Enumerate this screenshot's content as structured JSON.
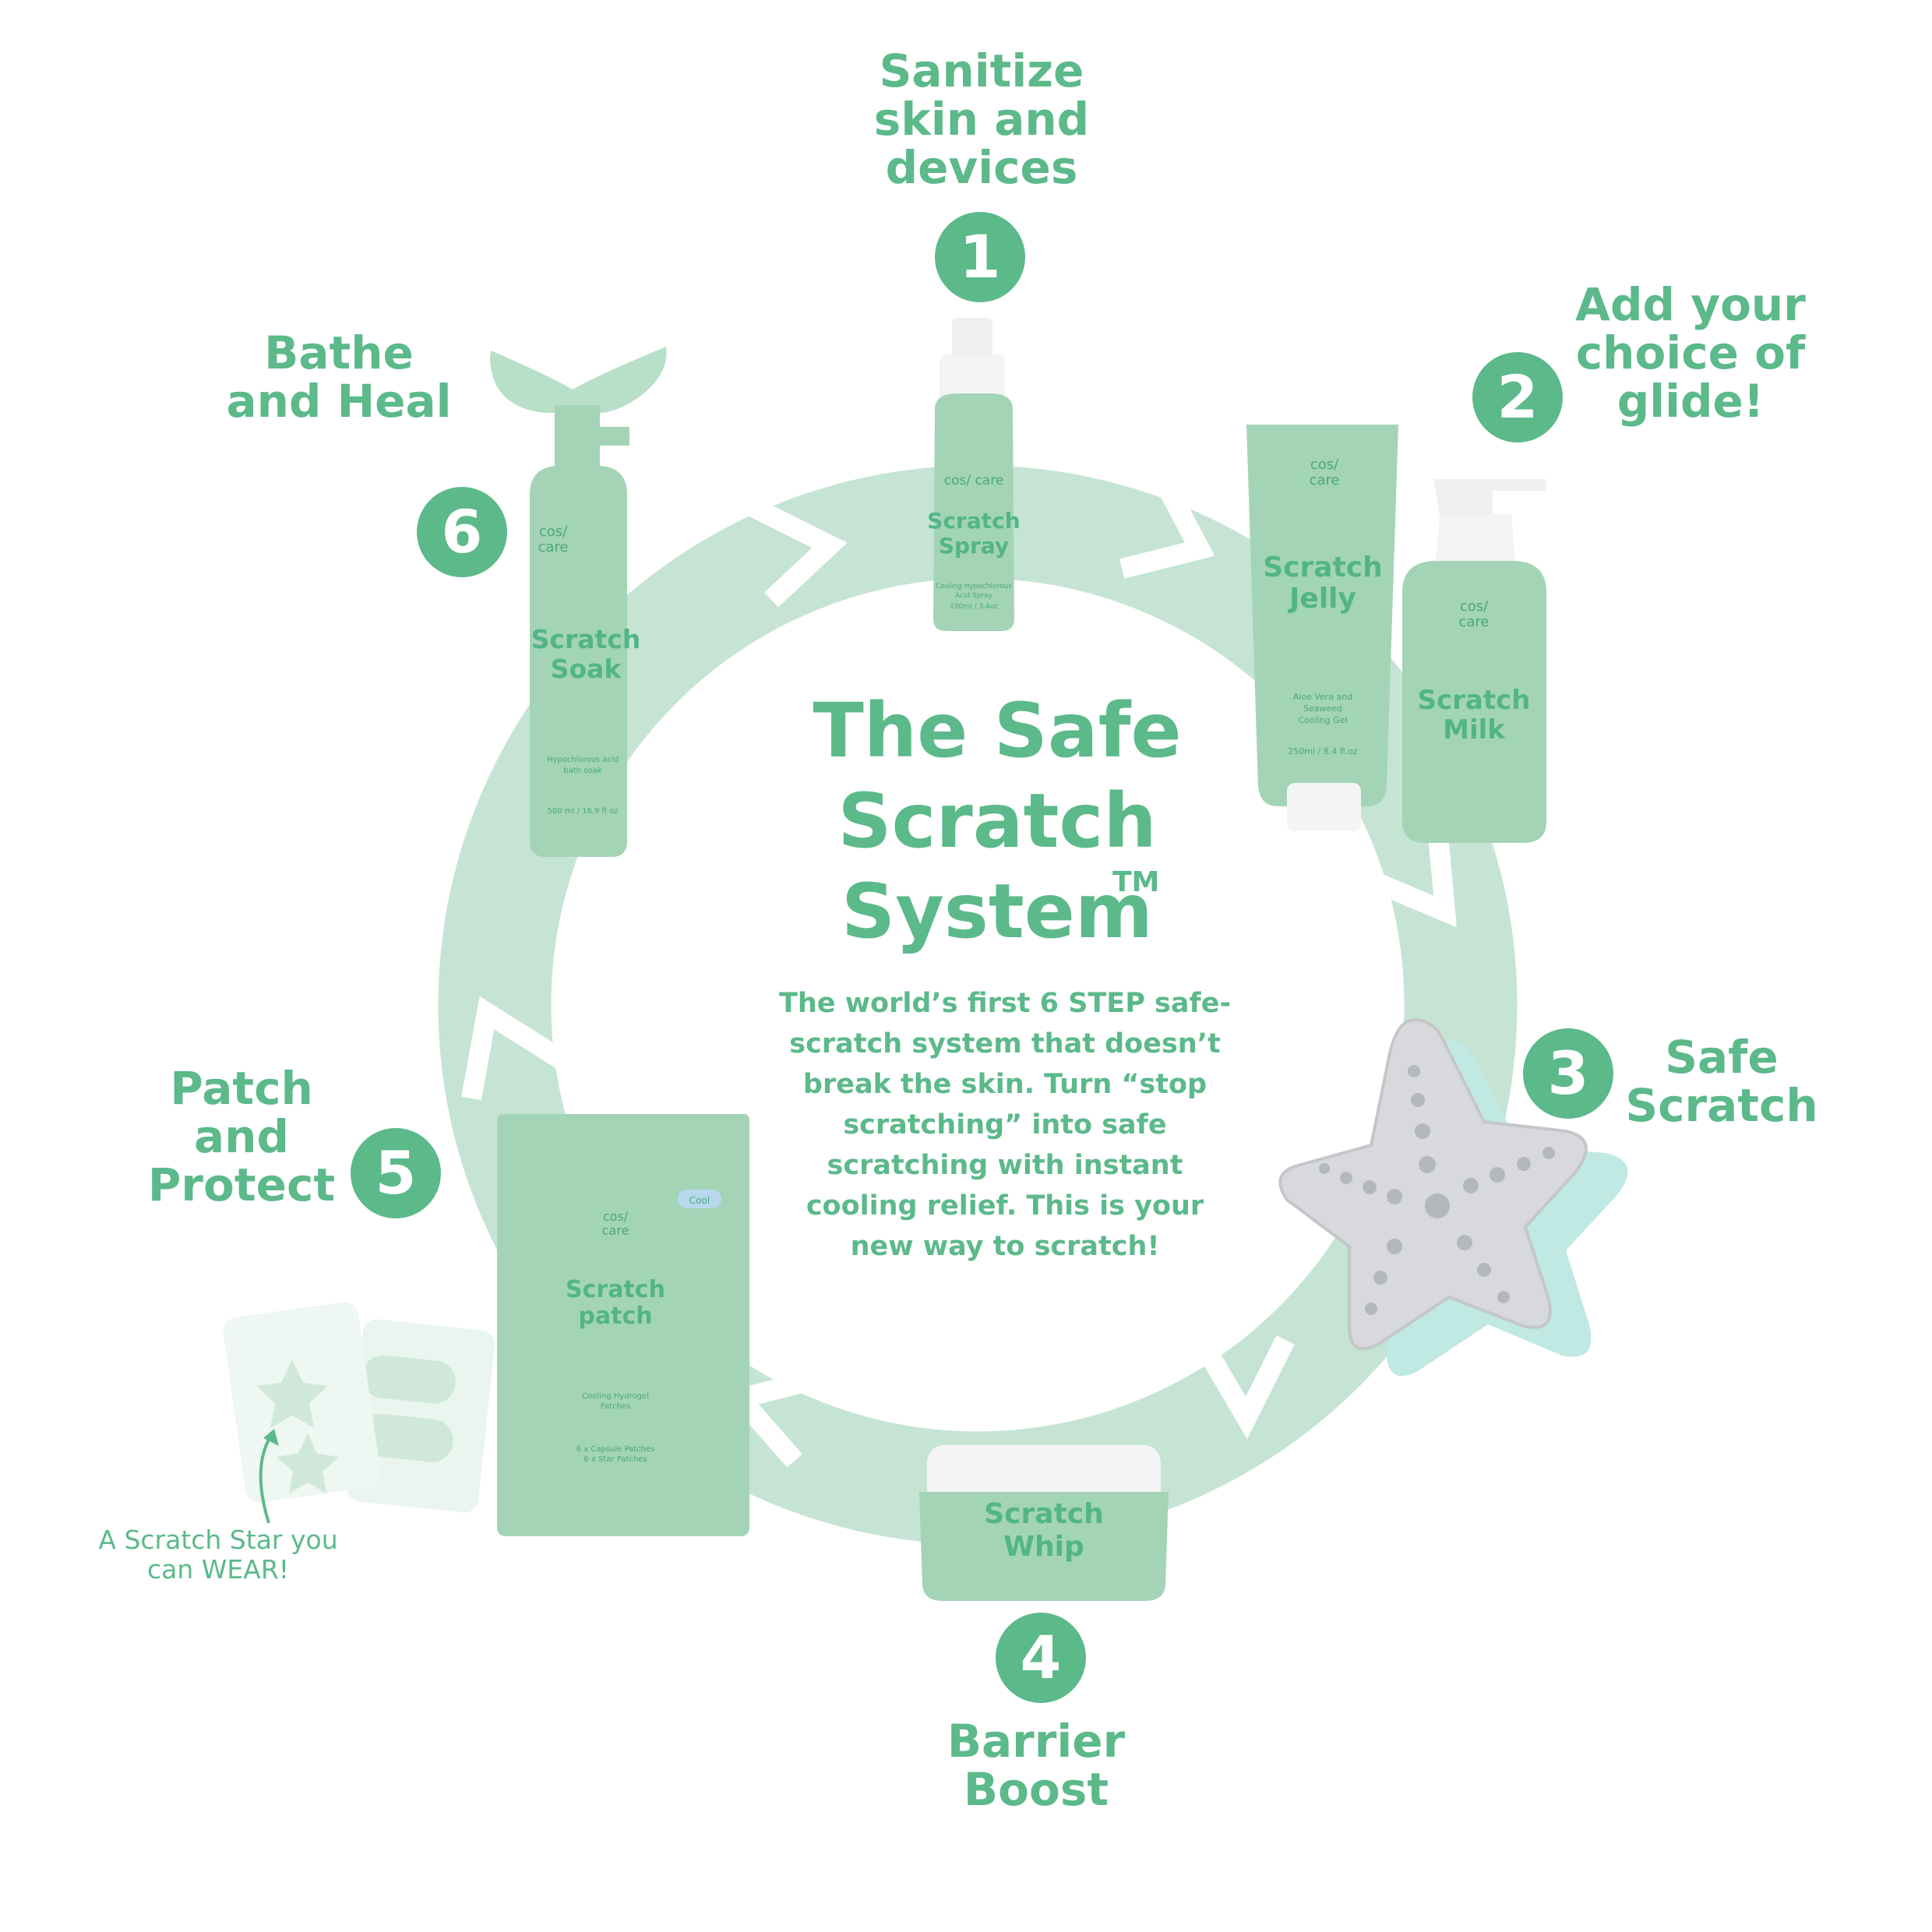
{
  "title": "The Safe\nScratch\nSystem",
  "title_mark": "TM",
  "description": "The world’s first 6 STEP safe-scratch system that doesn’t break the skin. Turn “stop scratching” into safe scratching with instant cooling relief.  This is your new way to scratch!",
  "colors": {
    "accent": "#5cb98a",
    "ring": "#c6e4d4",
    "product": "#a3d4b6",
    "product_dark": "#93c8a8",
    "steel": "#d7d9dc",
    "aqua": "#bfe9e2"
  },
  "steps": [
    {
      "number": "1",
      "label": "Sanitize\nskin and\ndevices"
    },
    {
      "number": "2",
      "label": "Add your\nchoice of\nglide!"
    },
    {
      "number": "3",
      "label": "Safe\nScratch"
    },
    {
      "number": "4",
      "label": "Barrier\nBoost"
    },
    {
      "number": "5",
      "label": "Patch and\nProtect"
    },
    {
      "number": "6",
      "label": "Bathe\nand Heal"
    }
  ],
  "products": {
    "brand": "cos/\ncare",
    "spray": {
      "name": "Scratch\nSpray",
      "sub": "Cooling Hypochlorous\nAcid Spray",
      "size": "100ml / 3.4oz"
    },
    "jelly": {
      "name": "Scratch\nJelly",
      "sub": "Aloe Vera and\nSeaweed\nCooling Gel",
      "size": "250ml / 8.4 fl.oz"
    },
    "milk": {
      "name": "Scratch\nMilk"
    },
    "whip": {
      "name": "Scratch\nWhip"
    },
    "patch": {
      "name": "Scratch\npatch",
      "badge": "Cool",
      "sub": "Cooling Hydrogel\nPatches",
      "count": "6 x Capsule Patches\n6 x Star Patches"
    },
    "soak": {
      "name": "Scratch\nSoak",
      "sub": "Hypochlorous acid\nbath soak",
      "size": "500 ml / 16.9 fl oz"
    }
  },
  "callout": "A Scratch Star you\ncan WEAR!"
}
